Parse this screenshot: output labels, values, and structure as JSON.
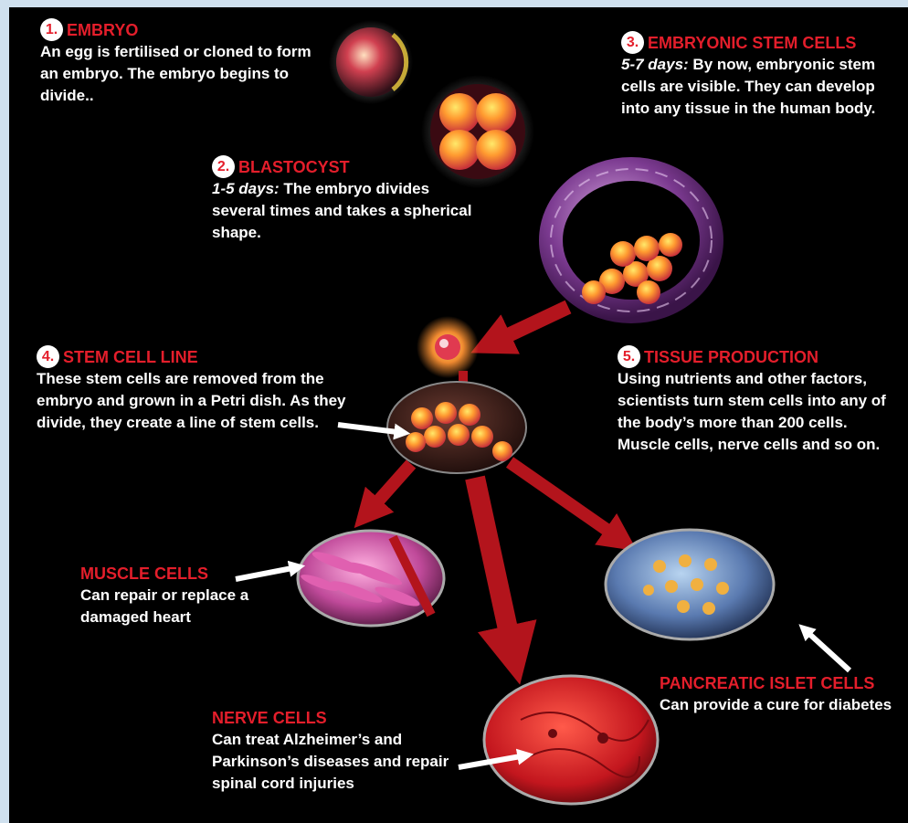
{
  "steps": [
    {
      "number": "1.",
      "title": "EMBRYO",
      "text": "An egg is fertilised or cloned to form an embryo. The embryo begins to divide.."
    },
    {
      "number": "2.",
      "title": "BLASTOCYST",
      "days": "1-5 days:",
      "text": " The embryo divides several times and takes a spherical shape."
    },
    {
      "number": "3.",
      "title": "EMBRYONIC STEM CELLS",
      "days": "5-7 days:",
      "text": " By now, embryonic stem cells are visible. They can develop into any tissue in the human body."
    },
    {
      "number": "4.",
      "title": "STEM CELL LINE",
      "text": "These stem cells are removed from the embryo and grown in a Petri dish. As they divide, they create a line of stem cells."
    },
    {
      "number": "5.",
      "title": "TISSUE PRODUCTION",
      "text": "Using nutrients and other factors, scientists turn stem cells into any of the body’s more than 200 cells. Muscle cells, nerve cells and so on."
    }
  ],
  "outcomes": {
    "muscle": {
      "title": "MUSCLE CELLS",
      "text": "Can repair or replace a damaged heart"
    },
    "nerve": {
      "title": "NERVE CELLS",
      "text": "Can treat Alzheimer’s and Parkinson’s diseases and repair spinal cord injuries"
    },
    "pancreatic": {
      "title": "PANCREATIC ISLET CELLS",
      "text": "Can provide a cure for diabetes"
    }
  },
  "colors": {
    "heading": "#e41e2b",
    "background": "#000000",
    "frame": "#cfe0ee",
    "arrow": "#b3141c"
  }
}
